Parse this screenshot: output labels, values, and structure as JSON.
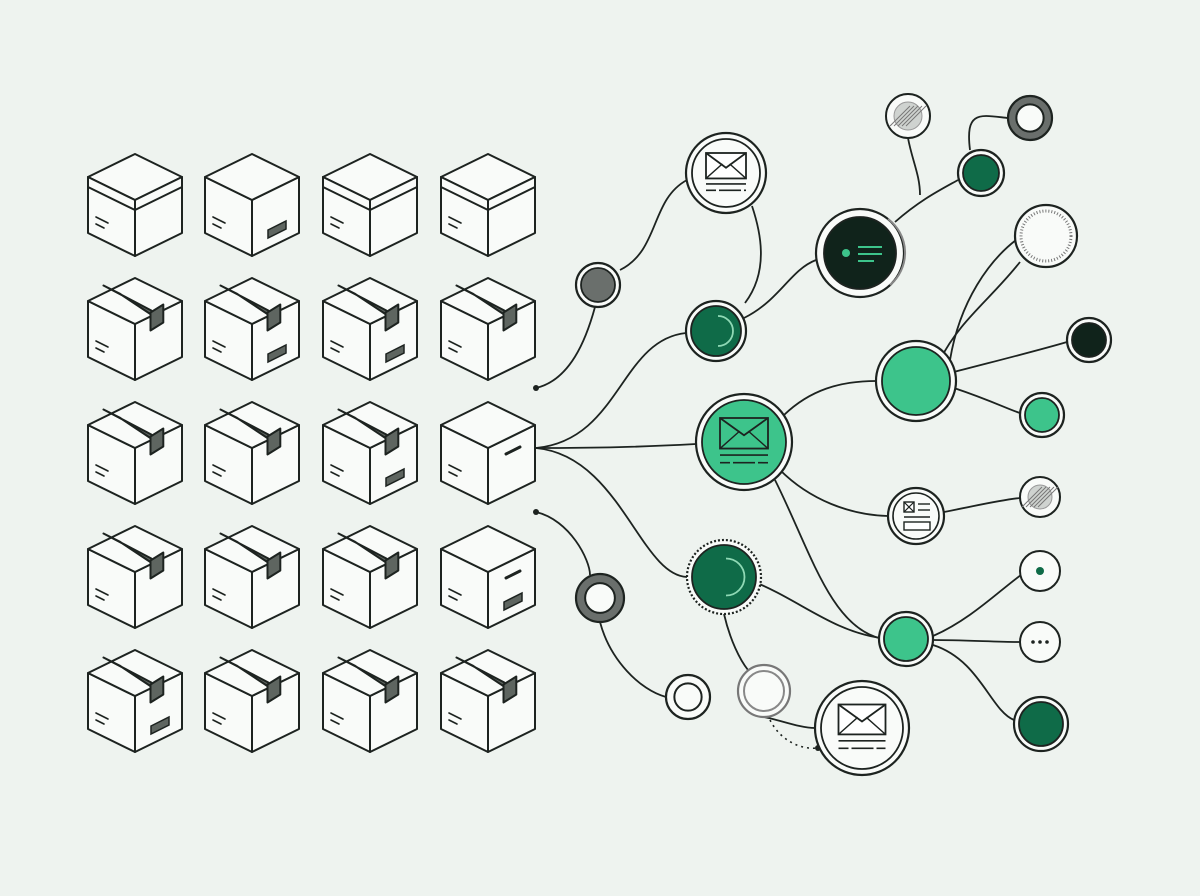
{
  "colors": {
    "background": "#eef3ef",
    "stroke": "#1d2320",
    "box_fill": "#f9fbf9",
    "tape": "#5e6560",
    "accent_green": "#3dc48b",
    "deep_green": "#0f6b48",
    "dark_node": "#10231b",
    "gray_node": "#6a6f6c",
    "light_node": "#f9fbf9"
  },
  "boxes": {
    "columns": 4,
    "rows": [
      [
        "open",
        "open-label",
        "open",
        "open"
      ],
      [
        "taped",
        "taped-label",
        "taped-label",
        "taped"
      ],
      [
        "taped",
        "taped",
        "taped-label",
        "hub"
      ],
      [
        "taped",
        "taped",
        "taped",
        "plain-label"
      ],
      [
        "taped-label",
        "taped",
        "taped",
        "taped"
      ]
    ]
  },
  "nodes": [
    {
      "id": "n-envelope-top",
      "kind": "envelope",
      "fill": "light"
    },
    {
      "id": "n-gray-left",
      "kind": "solid",
      "fill": "gray"
    },
    {
      "id": "n-green-ring",
      "kind": "spinner",
      "fill": "deep"
    },
    {
      "id": "n-dark-card",
      "kind": "card",
      "fill": "dark"
    },
    {
      "id": "n-hatched-top",
      "kind": "hatched",
      "fill": "light"
    },
    {
      "id": "n-green-small",
      "kind": "solid",
      "fill": "deep"
    },
    {
      "id": "n-ring-top-right",
      "kind": "ring",
      "fill": "gray"
    },
    {
      "id": "n-dotted-ring",
      "kind": "dotted",
      "fill": "light"
    },
    {
      "id": "n-envelope-center",
      "kind": "envelope",
      "fill": "green"
    },
    {
      "id": "n-green-big",
      "kind": "solid",
      "fill": "green"
    },
    {
      "id": "n-black-small",
      "kind": "solid",
      "fill": "dark"
    },
    {
      "id": "n-green-tiny",
      "kind": "solid",
      "fill": "green"
    },
    {
      "id": "n-document",
      "kind": "document",
      "fill": "light"
    },
    {
      "id": "n-hatched-right",
      "kind": "hatched",
      "fill": "light"
    },
    {
      "id": "n-ring-left",
      "kind": "ring",
      "fill": "gray"
    },
    {
      "id": "n-green-spinner-2",
      "kind": "spinner",
      "fill": "deep"
    },
    {
      "id": "n-dot-right",
      "kind": "dot",
      "fill": "light"
    },
    {
      "id": "n-green-mid",
      "kind": "solid",
      "fill": "green"
    },
    {
      "id": "n-ellipsis",
      "kind": "ellipsis",
      "fill": "light"
    },
    {
      "id": "n-ring-bottom",
      "kind": "ring",
      "fill": "light"
    },
    {
      "id": "n-gray-outline",
      "kind": "outline",
      "fill": "light"
    },
    {
      "id": "n-envelope-bottom",
      "kind": "envelope",
      "fill": "light"
    },
    {
      "id": "n-deep-green-bottom",
      "kind": "solid",
      "fill": "deep"
    }
  ]
}
